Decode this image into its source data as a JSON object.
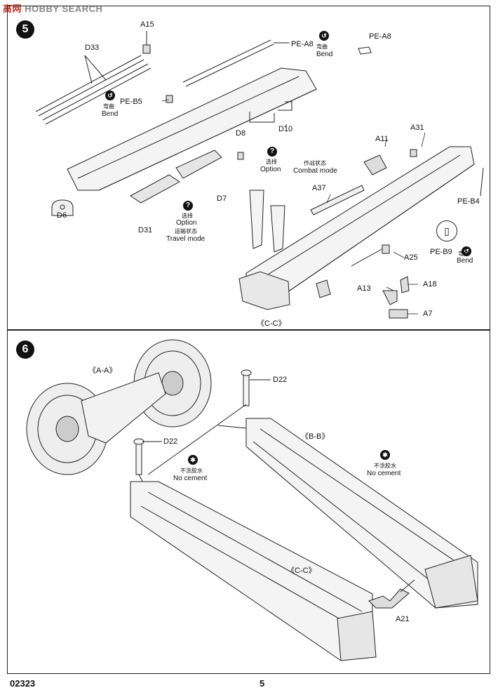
{
  "watermark": {
    "cn": "高",
    "mark": "网",
    "en": "HOBBY SEARCH"
  },
  "step5": {
    "number": "5",
    "parts": {
      "a15": "A15",
      "d33": "D33",
      "pe_a8_a": "PE-A8",
      "pe_a8_b": "PE-A8",
      "pe_b5": "PE-B5",
      "d8": "D8",
      "d10": "D10",
      "d7": "D7",
      "d6": "D6",
      "d31": "D31",
      "a11": "A11",
      "a31": "A31",
      "a37": "A37",
      "pe_b4": "PE-B4",
      "pe_b9": "PE-B9",
      "a25": "A25",
      "a13": "A13",
      "a18": "A18",
      "a7": "A7"
    },
    "bend_cn": "弯曲",
    "bend_en": "Bend",
    "option_cn": "选择",
    "option_en": "Option",
    "combat_cn": "作战状态",
    "combat_en": "Combat mode",
    "travel_cn": "运输状态",
    "travel_en": "Travel mode",
    "section": "《C-C》"
  },
  "step6": {
    "number": "6",
    "section_aa": "《A-A》",
    "section_bb": "《B-B》",
    "section_cc": "《C-C》",
    "d22_a": "D22",
    "d22_b": "D22",
    "a21": "A21",
    "nocement_cn": "不涂胶水",
    "nocement_en": "No cement"
  },
  "footer": {
    "code": "02323",
    "page": "5"
  }
}
